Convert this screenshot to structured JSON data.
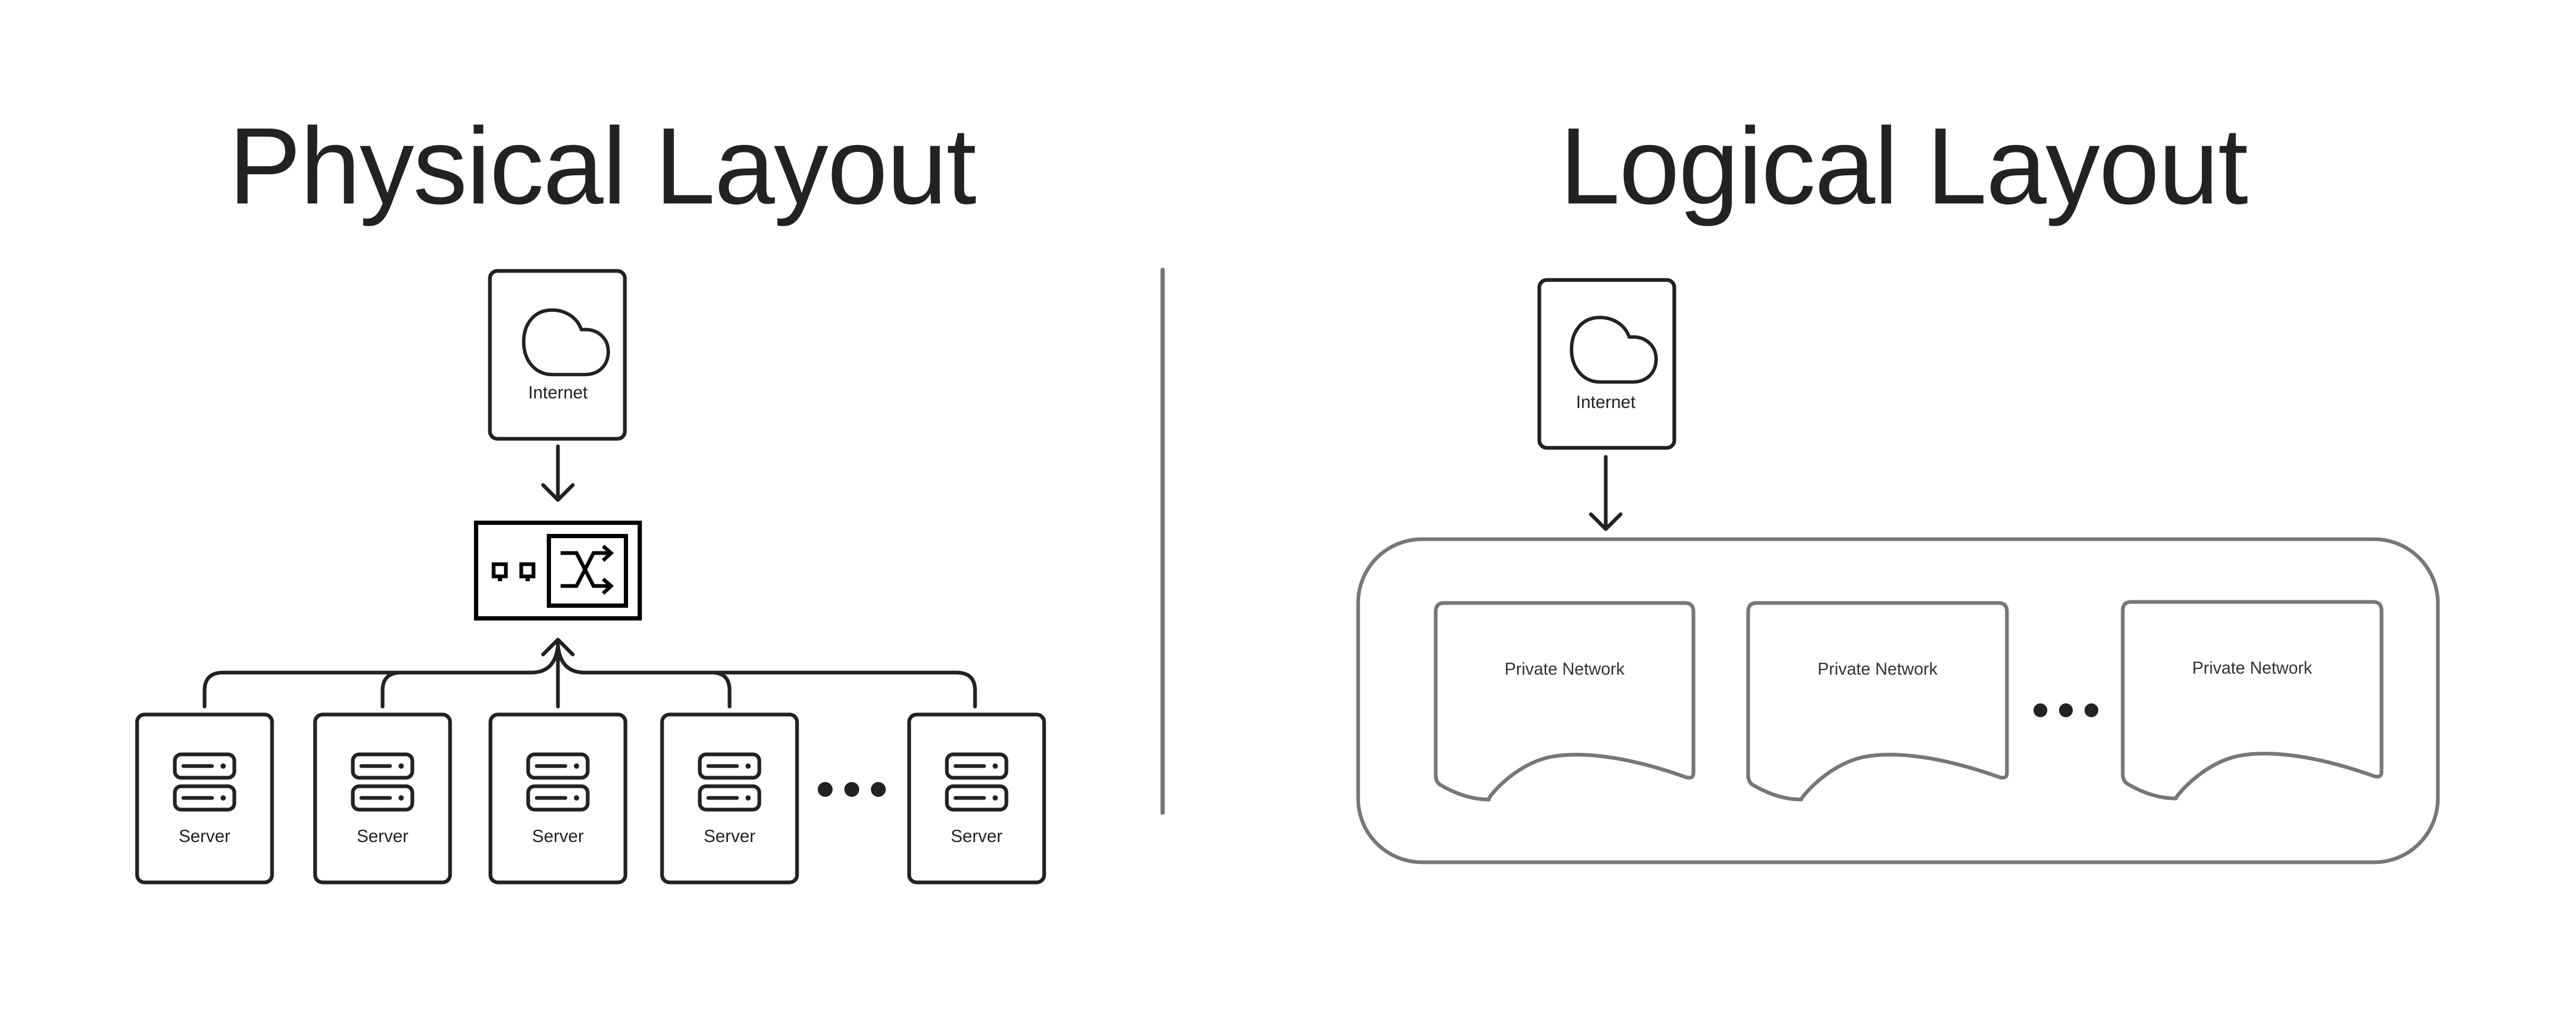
{
  "physical": {
    "title": "Physical Layout",
    "internet": {
      "label": "Internet",
      "icon": "cloud-icon"
    },
    "switch": {
      "icon": "network-switch-icon",
      "ports_icon": "ethernet-port-icon",
      "shuffle_icon": "shuffle-icon"
    },
    "servers": [
      {
        "label": "Server",
        "icon": "server-icon"
      },
      {
        "label": "Server",
        "icon": "server-icon"
      },
      {
        "label": "Server",
        "icon": "server-icon"
      },
      {
        "label": "Server",
        "icon": "server-icon"
      },
      {
        "label": "Server",
        "icon": "server-icon"
      }
    ],
    "ellipsis_after_index": 3
  },
  "logical": {
    "title": "Logical Layout",
    "internet": {
      "label": "Internet",
      "icon": "cloud-icon"
    },
    "networks": [
      {
        "label": "Private Network"
      },
      {
        "label": "Private Network"
      },
      {
        "label": "Private Network"
      }
    ],
    "ellipsis_after_index": 1
  },
  "colors": {
    "ink": "#222222",
    "gray_stroke": "#777777",
    "background": "#ffffff"
  }
}
